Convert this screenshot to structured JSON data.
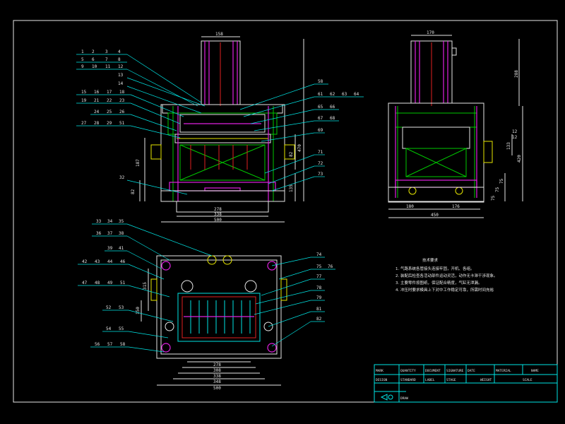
{
  "drawing": {
    "front_view": {
      "top_dim": "158",
      "bottom_dims": [
        "278",
        "338",
        "500"
      ],
      "left_dims": [
        "187",
        "82"
      ],
      "right_dims": [
        "470",
        "82",
        "135"
      ],
      "callouts_left": [
        [
          "1",
          "2",
          "3",
          "4"
        ],
        [
          "5",
          "6",
          "7",
          "8"
        ],
        [
          "9",
          "10",
          "11",
          "12"
        ],
        [
          "13"
        ],
        [
          "14"
        ],
        [
          "15",
          "16",
          "17",
          "18"
        ],
        [
          "19",
          "21",
          "22",
          "23"
        ],
        [
          "24",
          "25",
          "26"
        ],
        [
          "27",
          "28",
          "29",
          "51"
        ],
        [
          "32"
        ]
      ],
      "callouts_right": [
        [
          "58"
        ],
        [
          "61",
          "62",
          "63",
          "64"
        ],
        [
          "65",
          "66"
        ],
        [
          "67",
          "68"
        ],
        [
          "69"
        ],
        [
          "71"
        ],
        [
          "72"
        ],
        [
          "73"
        ]
      ]
    },
    "side_view": {
      "top_dim": "170",
      "right_dims": [
        "288",
        "420",
        "133",
        "12",
        "12",
        "75",
        "75",
        "75"
      ],
      "bottom_dims": [
        "180",
        "176",
        "450"
      ]
    },
    "plan_view": {
      "bottom_dims": [
        "278",
        "308",
        "338",
        "348",
        "500"
      ],
      "left_dims": [
        "315",
        "150"
      ],
      "callouts_left": [
        [
          "33",
          "34",
          "35"
        ],
        [
          "36",
          "37",
          "38"
        ],
        [
          "39",
          "41"
        ],
        [
          "42",
          "43",
          "44",
          "46"
        ],
        [
          "47",
          "48",
          "49",
          "51"
        ],
        [
          "52",
          "53"
        ],
        [
          "54",
          "55"
        ],
        [
          "56",
          "57",
          "58"
        ]
      ],
      "callouts_right": [
        [
          "74"
        ],
        [
          "75",
          "76"
        ],
        [
          "77"
        ],
        [
          "78"
        ],
        [
          "79"
        ],
        [
          "81"
        ],
        [
          "82"
        ]
      ]
    },
    "notes": {
      "title": "技术要求",
      "items": [
        "1. 气路系统各管接头连接牢固，开机、各组。",
        "2. 装配后检查各活动部件运动灵活，动作无卡滞干涉现象。",
        "3. 主要零件按图纸，保证配合精度，气缸无泄漏。",
        "4. 冲压时要求模具上下对中工作稳定可靠，所需时间充裕"
      ]
    },
    "title_block": {
      "row1": [
        "MARK",
        "QUANTITY",
        "DOCUMENT",
        "SIGNATURE",
        "DATE",
        "MATERIAL",
        "NAME"
      ],
      "row2": [
        "DESIGN",
        "STANDARD",
        "LABEL",
        "STAGE",
        "WEIGHT",
        "SCALE"
      ],
      "row3": [
        "DRAW"
      ]
    }
  }
}
